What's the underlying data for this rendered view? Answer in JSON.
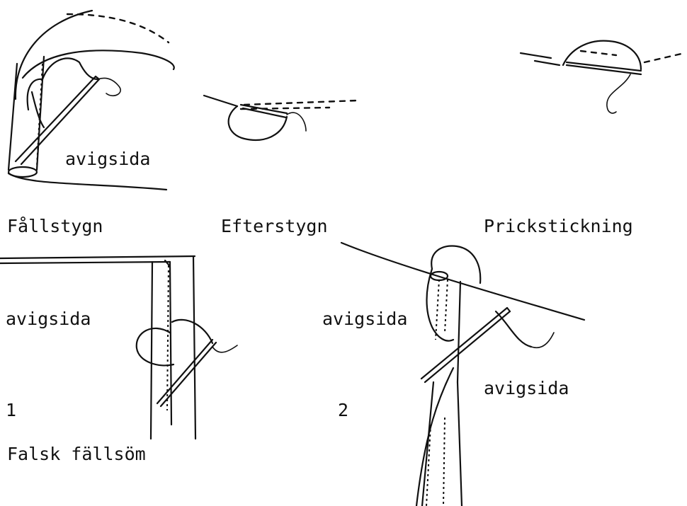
{
  "captions": {
    "fallstygn": "Fållstygn",
    "efterstygn": "Efterstygn",
    "prickstickning": "Prickstickning",
    "falsk_fallsom": "Falsk fällsöm"
  },
  "labels": {
    "avigsida_top": "avigsida",
    "avigsida_left": "avigsida",
    "avigsida_center": "avigsida",
    "avigsida_right": "avigsida",
    "step_1": "1",
    "step_2": "2"
  }
}
